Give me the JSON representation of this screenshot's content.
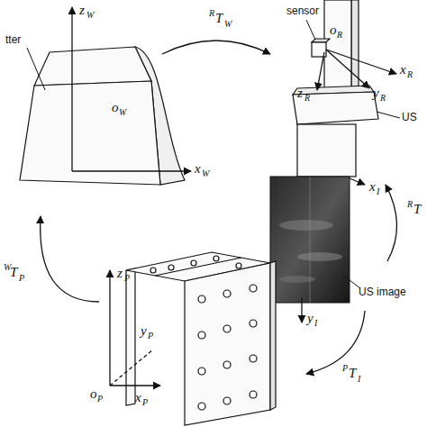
{
  "diagram": {
    "labels": [
      "z",
      "W",
      "tter",
      "o",
      "W",
      "x",
      "W",
      "R",
      "T",
      "W",
      "sensor",
      "o",
      "R",
      "x",
      "R",
      "y",
      "R",
      "z",
      "R",
      "US",
      "x",
      "I",
      "R",
      "T",
      "US image",
      "y",
      "I",
      "P",
      "T",
      "I",
      "z",
      "P",
      "y",
      "P",
      "o",
      "P",
      "x",
      "P",
      "W",
      "T",
      "P"
    ]
  }
}
